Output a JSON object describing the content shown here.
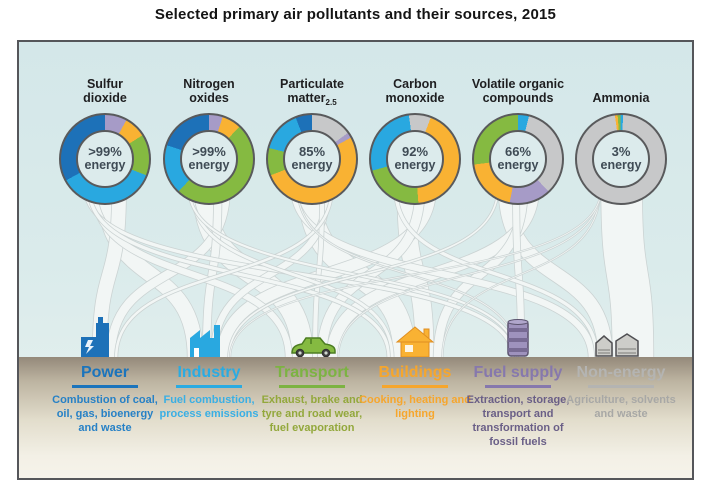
{
  "title": "Selected primary air pollutants and their sources, 2015",
  "chart_data": {
    "type": "pie",
    "subtype": "six donut charts connected by sankey-style flows to six emission source categories",
    "title": "Selected primary air pollutants and their sources, 2015",
    "units": "percent share of emissions by source, estimated from chart",
    "legend_position": "bottom",
    "donuts": [
      {
        "name_line1": "Sulfur",
        "name_line2": "dioxide",
        "name_sub": "",
        "center_value": ">99%",
        "center_word": "energy",
        "start_angle": 0,
        "slices": [
          {
            "category": "Fuel supply",
            "value": 8
          },
          {
            "category": "Buildings",
            "value": 8
          },
          {
            "category": "Transport",
            "value": 15
          },
          {
            "category": "Industry",
            "value": 36
          },
          {
            "category": "Power",
            "value": 33
          }
        ]
      },
      {
        "name_line1": "Nitrogen",
        "name_line2": "oxides",
        "name_sub": "",
        "center_value": ">99%",
        "center_word": "energy",
        "start_angle": 0,
        "slices": [
          {
            "category": "Fuel supply",
            "value": 5
          },
          {
            "category": "Buildings",
            "value": 7
          },
          {
            "category": "Transport",
            "value": 50
          },
          {
            "category": "Industry",
            "value": 18
          },
          {
            "category": "Power",
            "value": 20
          }
        ]
      },
      {
        "name_line1": "Particulate",
        "name_line2": "matter",
        "name_sub": "2.5",
        "center_value": "85%",
        "center_word": "energy",
        "start_angle": 0,
        "slices": [
          {
            "category": "Non-energy",
            "value": 15
          },
          {
            "category": "Fuel supply",
            "value": 2
          },
          {
            "category": "Buildings",
            "value": 52
          },
          {
            "category": "Transport",
            "value": 10
          },
          {
            "category": "Industry",
            "value": 15
          },
          {
            "category": "Power",
            "value": 6
          }
        ]
      },
      {
        "name_line1": "Carbon",
        "name_line2": "monoxide",
        "name_sub": "",
        "center_value": "92%",
        "center_word": "energy",
        "start_angle": -8,
        "slices": [
          {
            "category": "Non-energy",
            "value": 8
          },
          {
            "category": "Buildings",
            "value": 43
          },
          {
            "category": "Transport",
            "value": 22
          },
          {
            "category": "Industry",
            "value": 27
          }
        ]
      },
      {
        "name_line1": "Volatile organic",
        "name_line2": "compounds",
        "name_sub": "",
        "center_value": "66%",
        "center_word": "energy",
        "start_angle": 0,
        "slices": [
          {
            "category": "Industry",
            "value": 4
          },
          {
            "category": "Non-energy",
            "value": 34
          },
          {
            "category": "Fuel supply",
            "value": 15
          },
          {
            "category": "Buildings",
            "value": 20
          },
          {
            "category": "Transport",
            "value": 27
          }
        ]
      },
      {
        "name_line1": "Ammonia",
        "name_line2": "",
        "name_sub": "",
        "center_value": "3%",
        "center_word": "energy",
        "start_angle": -8,
        "slices": [
          {
            "category": "Buildings",
            "value": 1
          },
          {
            "category": "Transport",
            "value": 1
          },
          {
            "category": "Industry",
            "value": 1
          },
          {
            "category": "Non-energy",
            "value": 97
          }
        ]
      }
    ],
    "categories": [
      {
        "name": "Power",
        "description": "Combustion of coal, oil, gas, bioenergy and waste",
        "color": "#1b74bc",
        "desc_color": "#2781c6",
        "slice_color": "#1d71b8",
        "icon": "power-plant-icon"
      },
      {
        "name": "Industry",
        "description": "Fuel combustion, process emissions",
        "color": "#2aabe2",
        "desc_color": "#3aafe4",
        "slice_color": "#29a8e0",
        "icon": "factory-icon"
      },
      {
        "name": "Transport",
        "description": "Exhaust, brake and tyre and road wear, fuel evaporation",
        "color": "#7cb342",
        "desc_color": "#93a83c",
        "slice_color": "#85ba41",
        "icon": "car-icon"
      },
      {
        "name": "Buildings",
        "description": "Cooking, heating and lighting",
        "color": "#f6a62d",
        "desc_color": "#f6a62d",
        "slice_color": "#f9b233",
        "icon": "house-icon"
      },
      {
        "name": "Fuel supply",
        "description": "Extraction, storage, transport and transformation of fossil fuels",
        "color": "#8678ad",
        "desc_color": "#6a5f87",
        "slice_color": "#a69bc7",
        "icon": "barrel-icon"
      },
      {
        "name": "Non-energy",
        "description": "Agriculture, solvents and waste",
        "color": "#b4b4b2",
        "desc_color": "#a8a8a6",
        "slice_color": "#c7c8c9",
        "icon": "barns-icon"
      }
    ]
  }
}
